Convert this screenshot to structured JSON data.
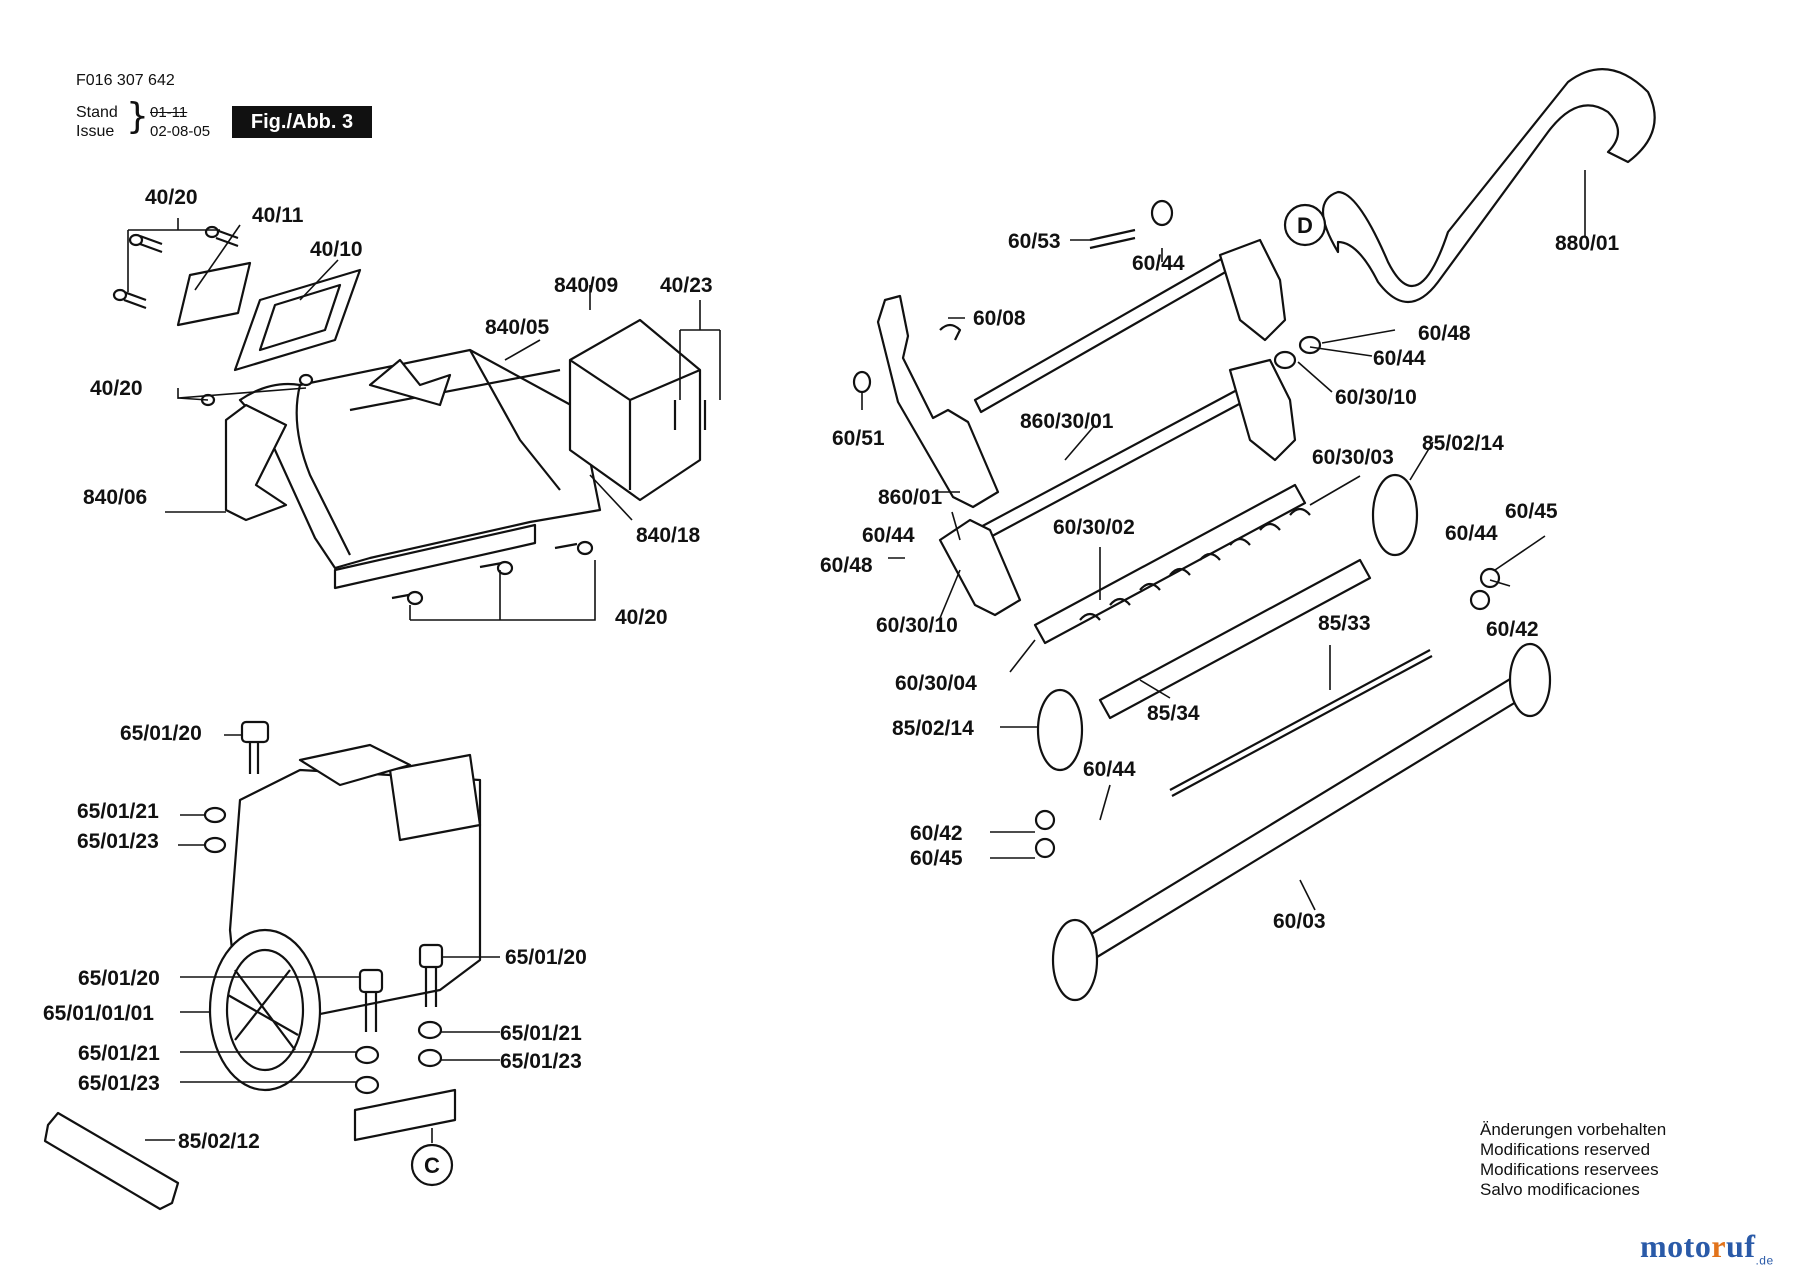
{
  "header": {
    "code": "F016 307 642",
    "stand_label": "Stand",
    "issue_label": "Issue",
    "stand_date_old": "01-11",
    "issue_date": "02-08-05",
    "figure_label": "Fig./Abb. 3"
  },
  "callouts": {
    "c": "C",
    "d": "D"
  },
  "labels": [
    {
      "id": "l1",
      "text": "40/20"
    },
    {
      "id": "l2",
      "text": "40/11"
    },
    {
      "id": "l3",
      "text": "40/10"
    },
    {
      "id": "l4",
      "text": "840/09"
    },
    {
      "id": "l5",
      "text": "40/23"
    },
    {
      "id": "l6",
      "text": "840/05"
    },
    {
      "id": "l7",
      "text": "40/20"
    },
    {
      "id": "l8",
      "text": "840/06"
    },
    {
      "id": "l9",
      "text": "840/18"
    },
    {
      "id": "l10",
      "text": "40/20"
    },
    {
      "id": "l11",
      "text": "65/01/20"
    },
    {
      "id": "l12",
      "text": "65/01/21"
    },
    {
      "id": "l13",
      "text": "65/01/23"
    },
    {
      "id": "l14",
      "text": "65/01/20"
    },
    {
      "id": "l15",
      "text": "65/01/20"
    },
    {
      "id": "l16",
      "text": "65/01/01/01"
    },
    {
      "id": "l17",
      "text": "65/01/21"
    },
    {
      "id": "l18",
      "text": "65/01/21"
    },
    {
      "id": "l19",
      "text": "65/01/23"
    },
    {
      "id": "l20",
      "text": "65/01/23"
    },
    {
      "id": "l21",
      "text": "85/02/12"
    },
    {
      "id": "l22",
      "text": "60/53"
    },
    {
      "id": "l23",
      "text": "60/44"
    },
    {
      "id": "l24",
      "text": "60/08"
    },
    {
      "id": "l25",
      "text": "880/01"
    },
    {
      "id": "l26",
      "text": "60/48"
    },
    {
      "id": "l27",
      "text": "60/44"
    },
    {
      "id": "l28",
      "text": "60/30/10"
    },
    {
      "id": "l29",
      "text": "60/51"
    },
    {
      "id": "l30",
      "text": "860/30/01"
    },
    {
      "id": "l31",
      "text": "60/30/03"
    },
    {
      "id": "l32",
      "text": "85/02/14"
    },
    {
      "id": "l33",
      "text": "860/01"
    },
    {
      "id": "l34",
      "text": "60/45"
    },
    {
      "id": "l35",
      "text": "60/30/02"
    },
    {
      "id": "l36",
      "text": "60/44"
    },
    {
      "id": "l37",
      "text": "60/44"
    },
    {
      "id": "l38",
      "text": "60/48"
    },
    {
      "id": "l39",
      "text": "60/30/10"
    },
    {
      "id": "l40",
      "text": "60/42"
    },
    {
      "id": "l41",
      "text": "85/33"
    },
    {
      "id": "l42",
      "text": "60/30/04"
    },
    {
      "id": "l43",
      "text": "85/34"
    },
    {
      "id": "l44",
      "text": "85/02/14"
    },
    {
      "id": "l45",
      "text": "60/44"
    },
    {
      "id": "l46",
      "text": "60/42"
    },
    {
      "id": "l47",
      "text": "60/45"
    },
    {
      "id": "l48",
      "text": "60/03"
    }
  ],
  "notes": [
    "Änderungen vorbehalten",
    "Modifications reserved",
    "Modifications reservees",
    "Salvo modificaciones"
  ],
  "brand": {
    "part1": "moto",
    "part2": "r",
    "part3": "uf",
    "suffix": ".de"
  }
}
